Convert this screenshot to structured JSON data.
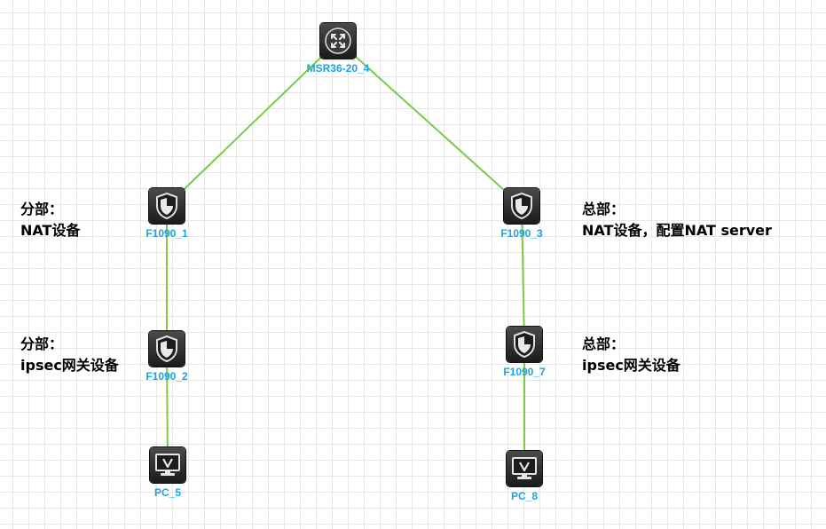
{
  "colors": {
    "link": "#7ccb45",
    "label": "#1aa3e0",
    "device_dark": "#2a2a2a"
  },
  "nodes": {
    "router": {
      "label": "MSR36-20_4",
      "icon": "router-icon"
    },
    "fw1": {
      "label": "F1090_1",
      "icon": "firewall-icon"
    },
    "fw3": {
      "label": "F1090_3",
      "icon": "firewall-icon"
    },
    "fw2": {
      "label": "F1090_2",
      "icon": "firewall-icon"
    },
    "fw7": {
      "label": "F1090_7",
      "icon": "firewall-icon"
    },
    "pc5": {
      "label": "PC_5",
      "icon": "pc-icon"
    },
    "pc8": {
      "label": "PC_8",
      "icon": "pc-icon"
    }
  },
  "links": [
    [
      "router",
      "fw1"
    ],
    [
      "router",
      "fw3"
    ],
    [
      "fw1",
      "fw2"
    ],
    [
      "fw3",
      "fw7"
    ],
    [
      "fw2",
      "pc5"
    ],
    [
      "fw7",
      "pc8"
    ]
  ],
  "annotations": {
    "branch_nat": {
      "line1": "分部：",
      "line2": "NAT设备"
    },
    "hq_nat": {
      "line1": "总部：",
      "line2": "NAT设备，配置NAT server"
    },
    "branch_ipsec": {
      "line1": "分部：",
      "line2": "ipsec网关设备"
    },
    "hq_ipsec": {
      "line1": "总部：",
      "line2": "ipsec网关设备"
    }
  }
}
